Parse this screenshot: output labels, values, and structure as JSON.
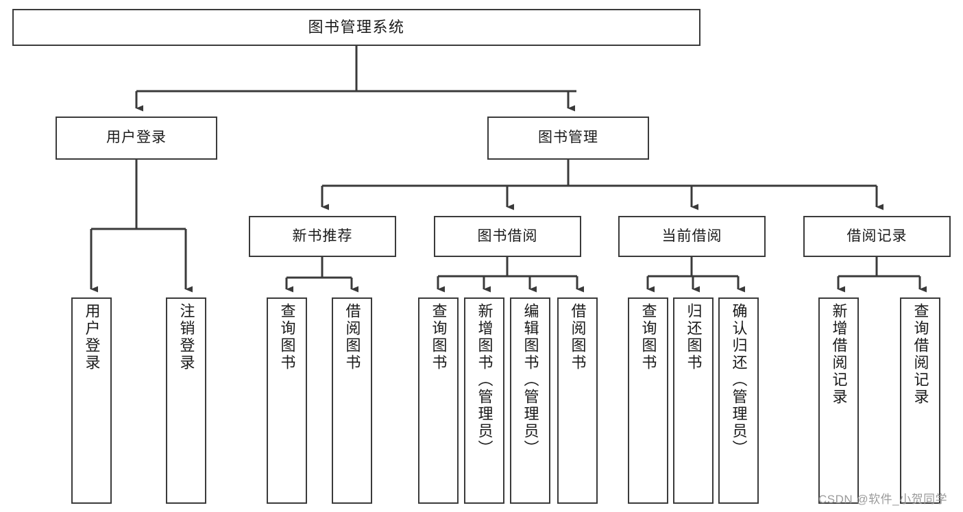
{
  "diagram": {
    "type": "tree",
    "title": "图书管理系统",
    "watermark": "CSDN @软件_小贺同学",
    "colors": {
      "box_border": "#3a3a3a",
      "box_fill": "#ffffff",
      "connector": "#3a3a3a",
      "text": "#1a1a1a",
      "watermark": "#9a9a9a"
    },
    "nodes": {
      "root": {
        "label": "图书管理系统"
      },
      "level2": [
        {
          "id": "user-login",
          "label": "用户登录"
        },
        {
          "id": "book-manage",
          "label": "图书管理"
        }
      ],
      "level3": [
        {
          "id": "new-book-recommend",
          "label": "新书推荐"
        },
        {
          "id": "book-borrow",
          "label": "图书借阅"
        },
        {
          "id": "current-borrow",
          "label": "当前借阅"
        },
        {
          "id": "borrow-record",
          "label": "借阅记录"
        }
      ],
      "leaves": {
        "user-login": [
          {
            "id": "leaf-user-login",
            "label": "用户登录"
          },
          {
            "id": "leaf-logout-login",
            "label": "注销登录"
          }
        ],
        "new-book-recommend": [
          {
            "id": "leaf-query-book-1",
            "label": "查询图书"
          },
          {
            "id": "leaf-borrow-book-1",
            "label": "借阅图书"
          }
        ],
        "book-borrow": [
          {
            "id": "leaf-query-book-2",
            "label": "查询图书"
          },
          {
            "id": "leaf-add-book",
            "label": "新增图书（管理员）"
          },
          {
            "id": "leaf-edit-book",
            "label": "编辑图书（管理员）"
          },
          {
            "id": "leaf-borrow-book-2",
            "label": "借阅图书"
          }
        ],
        "current-borrow": [
          {
            "id": "leaf-query-book-3",
            "label": "查询图书"
          },
          {
            "id": "leaf-return-book",
            "label": "归还图书"
          },
          {
            "id": "leaf-confirm-return",
            "label": "确认归还（管理员）"
          }
        ],
        "borrow-record": [
          {
            "id": "leaf-add-borrow-record",
            "label": "新增借阅记录"
          },
          {
            "id": "leaf-query-borrow-record",
            "label": "查询借阅记录"
          }
        ]
      }
    }
  }
}
